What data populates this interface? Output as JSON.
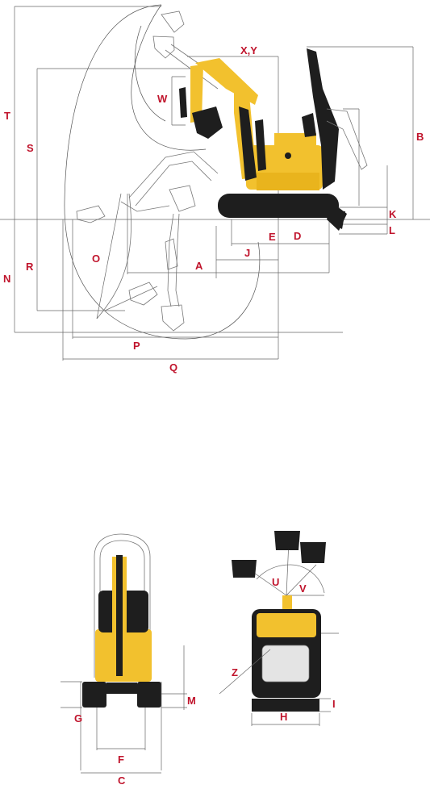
{
  "labels": {
    "T": "T",
    "S": "S",
    "R": "R",
    "N": "N",
    "O": "O",
    "W": "W",
    "XY": "X,Y",
    "B": "B",
    "K": "K",
    "L": "L",
    "D": "D",
    "E": "E",
    "J": "J",
    "A": "A",
    "P": "P",
    "Q": "Q",
    "U": "U",
    "V": "V",
    "Z": "Z",
    "M": "M",
    "G": "G",
    "F": "F",
    "C": "C",
    "I": "I",
    "H": "H"
  },
  "colors": {
    "label": "#c0142c",
    "machine_body": "#f2c12e",
    "machine_dark": "#1e1e1e",
    "lines": "#666666"
  }
}
